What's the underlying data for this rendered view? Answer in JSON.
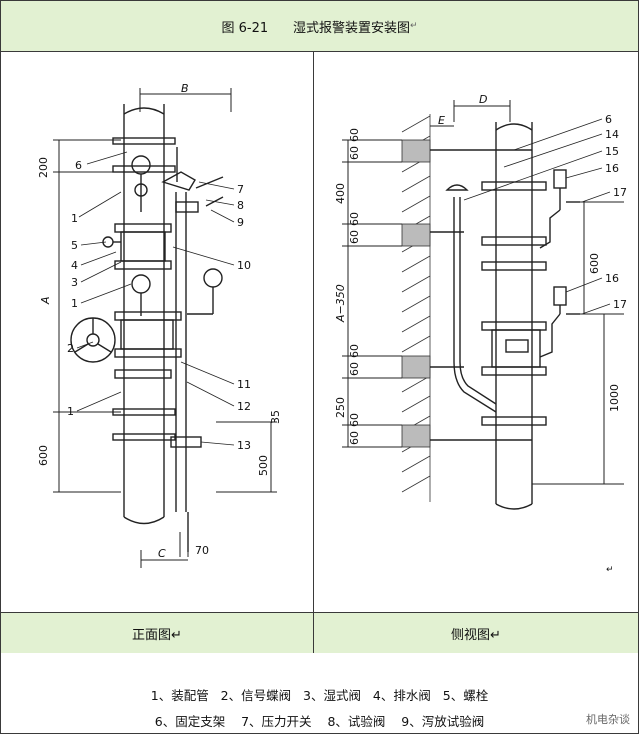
{
  "title": {
    "fig": "图 6-21",
    "text": "湿式报警装置安装图",
    "mark": "↵"
  },
  "front": {
    "caption": "正面图↵",
    "dims": {
      "B": "B",
      "A": "A",
      "C": "C",
      "d200": "200",
      "d600": "600",
      "d500": "500",
      "d35": "35",
      "d70": "70"
    },
    "callouts": [
      "6",
      "1",
      "5",
      "4",
      "3",
      "1",
      "2",
      "1",
      "7",
      "8",
      "9",
      "10",
      "11",
      "12",
      "13"
    ]
  },
  "side": {
    "caption": "侧视图↵",
    "dims": {
      "D": "D",
      "E": "E",
      "d60a": "60",
      "d60b": "60",
      "d400": "400",
      "d60c": "60",
      "d60d": "60",
      "dA350": "A−350",
      "d60e": "60",
      "d60f": "60",
      "d250": "250",
      "d60g": "60",
      "d60h": "60",
      "d600": "600",
      "d1000": "1000"
    },
    "callouts": [
      "6",
      "14",
      "15",
      "16",
      "17",
      "16",
      "17"
    ]
  },
  "legend": {
    "row1": "1、装配管   2、信号蝶阀   3、湿式阀   4、排水阀   5、螺栓",
    "row2": "6、固定支架    7、压力开关    8、试验阀    9、泻放试验阀"
  },
  "watermark": "机电杂谈",
  "stray_mark": "↵"
}
